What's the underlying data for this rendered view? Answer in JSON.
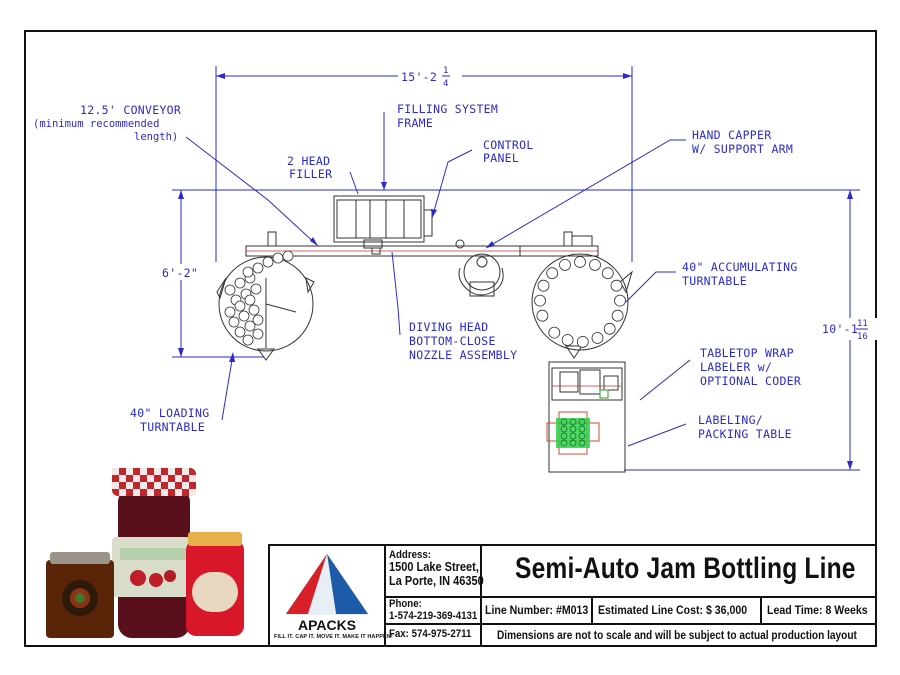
{
  "title_block": {
    "company_name": "APACKS",
    "tagline": "FILL IT. CAP IT. MOVE IT. MAKE IT HAPPEN!",
    "address_label": "Address:",
    "address_line1": "1500 Lake Street,",
    "address_line2": "La Porte, IN 46350",
    "phone_label": "Phone:",
    "phone": "1-574-219-369-4131",
    "fax": "Fax: 574-975-2711",
    "title": "Semi-Auto Jam Bottling Line",
    "line_number": "Line Number: #M013",
    "cost": "Estimated Line Cost:  $ 36,000",
    "lead_time": "Lead Time: 8 Weeks",
    "disclaimer": "Dimensions are not to scale and will be subject to actual production layout"
  },
  "diagram": {
    "dim_width": "15'-2",
    "dim_width_frac_num": "1",
    "dim_width_frac_den": "4",
    "dim_height_left": "6'-2\"",
    "dim_height_right": "10'-1",
    "dim_height_right_frac_num": "11",
    "dim_height_right_frac_den": "16",
    "labels": {
      "conveyor_1": "12.5' CONVEYOR",
      "conveyor_2": "(minimum recommended",
      "conveyor_3": "length)",
      "filling_frame_1": "FILLING SYSTEM",
      "filling_frame_2": "FRAME",
      "filler_1": "2 HEAD",
      "filler_2": "FILLER",
      "control_1": "CONTROL",
      "control_2": "PANEL",
      "capper_1": "HAND CAPPER",
      "capper_2": "W/ SUPPORT ARM",
      "accum_1": "40\" ACCUMULATING",
      "accum_2": "TURNTABLE",
      "diving_1": "DIVING HEAD",
      "diving_2": "BOTTOM-CLOSE",
      "diving_3": "NOZZLE ASSEMBLY",
      "labeler_1": "TABLETOP WRAP",
      "labeler_2": "LABELER w/",
      "labeler_3": "OPTIONAL CODER",
      "packing_1": "LABELING/",
      "packing_2": "PACKING TABLE",
      "loading_1": "40\" LOADING",
      "loading_2": "TURNTABLE"
    }
  },
  "colors": {
    "annotation": "#2a2ad0",
    "logo_red": "#d8202a",
    "logo_blue": "#1d5aa8",
    "jar_lid_red": "#c0262c"
  }
}
